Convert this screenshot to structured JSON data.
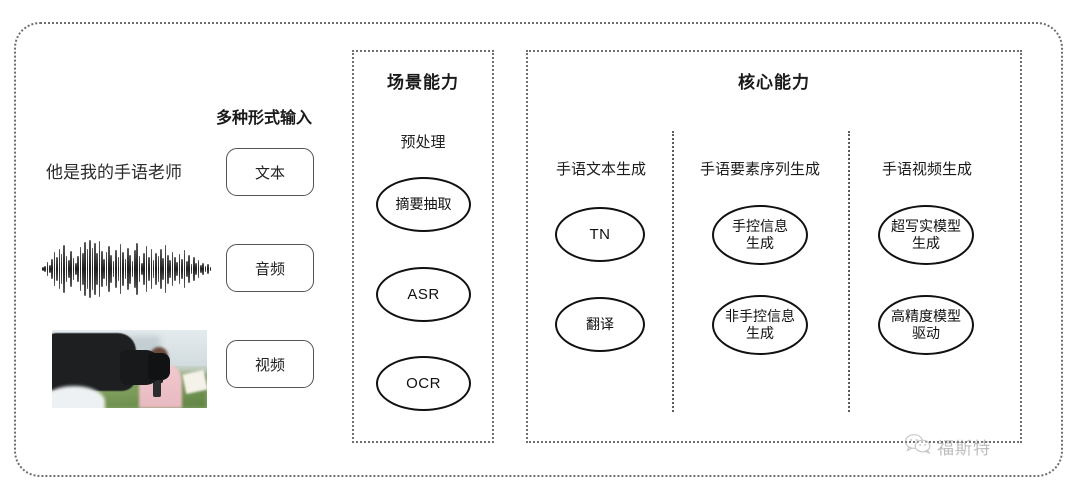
{
  "diagram": {
    "watermark": {
      "icon": "wechat-icon",
      "text": "福斯特"
    },
    "input_column": {
      "heading": "多种形式输入",
      "sample_text": "他是我的手语老师",
      "media": {
        "waveform_label": "audio-waveform",
        "video_thumbnail_label": "video-thumbnail"
      },
      "buttons": [
        {
          "label": "文本",
          "name": "input-type-text"
        },
        {
          "label": "音频",
          "name": "input-type-audio"
        },
        {
          "label": "视频",
          "name": "input-type-video"
        }
      ]
    },
    "scene_section": {
      "title": "场景能力",
      "subtitle": "预处理",
      "nodes": [
        {
          "label": "摘要抽取",
          "latin": false
        },
        {
          "label": "ASR",
          "latin": true
        },
        {
          "label": "OCR",
          "latin": true
        }
      ]
    },
    "core_section": {
      "title": "核心能力",
      "columns": [
        {
          "header": "手语文本生成",
          "nodes": [
            {
              "label": "TN",
              "latin": true
            },
            {
              "label": "翻译",
              "latin": false
            }
          ]
        },
        {
          "header": "手语要素序列生成",
          "nodes": [
            {
              "label": "手控信息\n生成",
              "latin": false
            },
            {
              "label": "非手控信息\n生成",
              "latin": false
            }
          ]
        },
        {
          "header": "手语视频生成",
          "nodes": [
            {
              "label": "超写实模型\n生成",
              "latin": false
            },
            {
              "label": "高精度模型\n驱动",
              "latin": false
            }
          ]
        }
      ]
    },
    "colors": {
      "frame": "#6f6f6f",
      "node_border": "#111111",
      "text": "#1a1a1a",
      "background": "#ffffff"
    }
  }
}
